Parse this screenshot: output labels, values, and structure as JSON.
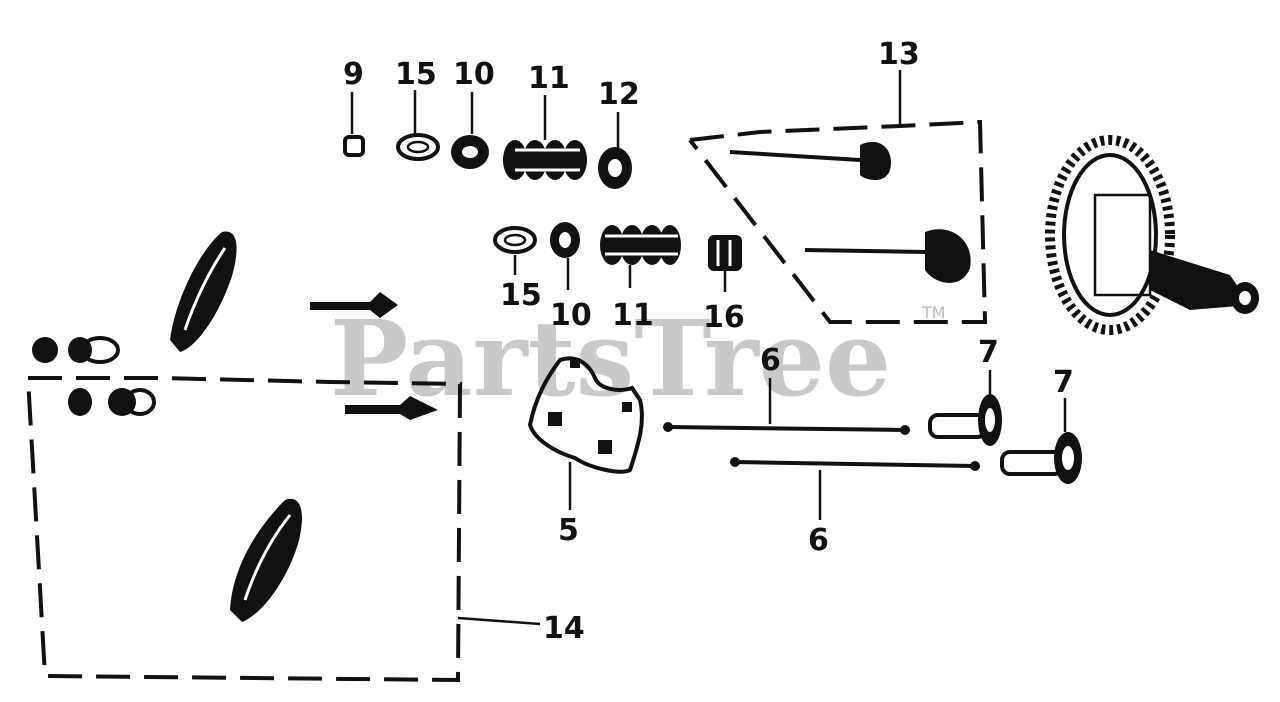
{
  "watermark": {
    "text": "PartsTree",
    "trademark": "TM"
  },
  "callouts": {
    "c9": "9",
    "c15a": "15",
    "c10a": "10",
    "c11a": "11",
    "c12": "12",
    "c13": "13",
    "c15b": "15",
    "c10b": "10",
    "c11b": "11",
    "c16": "16",
    "c6a": "6",
    "c6b": "6",
    "c7a": "7",
    "c7b": "7",
    "c5": "5",
    "c14": "14"
  },
  "colors": {
    "ink": "#111111",
    "watermark": "#c9c9c9"
  }
}
